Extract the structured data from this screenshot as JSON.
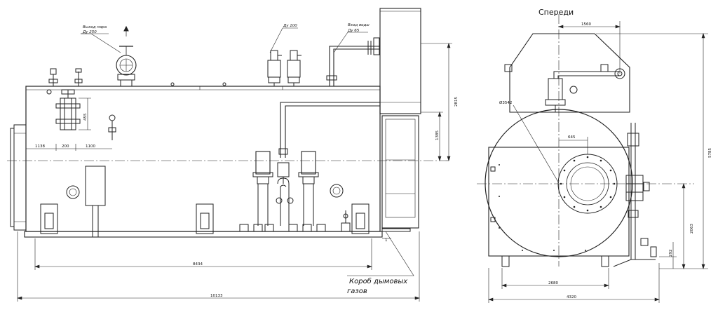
{
  "front_title": "Спереди",
  "callouts": {
    "steam_outlet": "Выход пара",
    "steam_outlet_dn": "Ду 250",
    "valve_dn": "Ду 100",
    "water_inlet": "Вход воды",
    "water_inlet_dn": "Ду 65",
    "flue_box_line1": "Короб дымовых",
    "flue_box_line2": "газов"
  },
  "dimensions": {
    "side": {
      "overall_length": "10133",
      "frame_length": "8434",
      "d455": "455",
      "d1138": "1138",
      "d200": "200",
      "d1100": "1100",
      "d1385": "1385",
      "d2815": "2815",
      "d1": "1"
    },
    "front": {
      "d1560": "1560",
      "d3542": "Ø3542",
      "d645": "645",
      "d5785": "5785",
      "d2063": "2063",
      "d292": "292",
      "d2680": "2680",
      "d4320": "4320"
    }
  }
}
